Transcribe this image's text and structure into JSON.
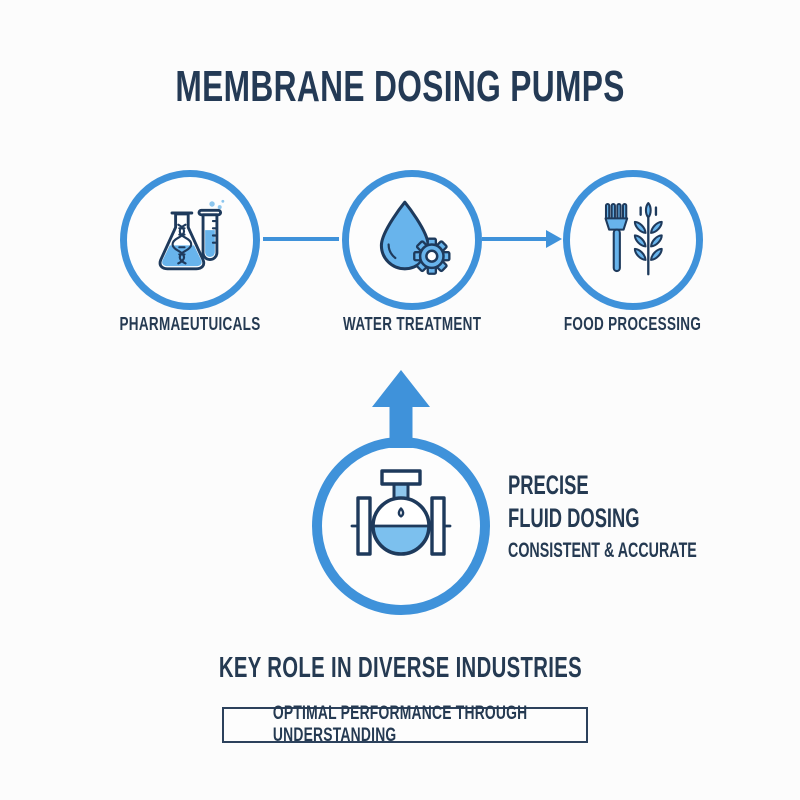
{
  "title": "MEMBRANE DOSING PUMPS",
  "industries": [
    {
      "label": "PHARMAEUTUICALS",
      "icon": "flask-testtube-icon"
    },
    {
      "label": "WATER TREATMENT",
      "icon": "droplet-gear-icon"
    },
    {
      "label": "FOOD PROCESSING",
      "icon": "fork-wheat-icon"
    }
  ],
  "flow": {
    "connector_1": "plain-line",
    "connector_2": "arrow-right"
  },
  "feature": {
    "line1": "PRECISE",
    "line2": "FLUID DOSING",
    "line3": "CONSISTENT & ACCURATE",
    "icon": "dosing-pump-icon",
    "arrow": "up-arrow"
  },
  "footer": {
    "heading": "KEY ROLE IN DIVERSE INDUSTRIES",
    "boxed_text": "OPTIMAL PERFORMANCE THROUGH UNDERSTANDING"
  },
  "colors": {
    "background": "#fcfcfc",
    "accent_blue": "#3f92da",
    "icon_fill_blue": "#68b4ec",
    "liquid_blue": "#7cc0ee",
    "outline_navy": "#1e3a5c",
    "text_navy": "#253a52"
  }
}
